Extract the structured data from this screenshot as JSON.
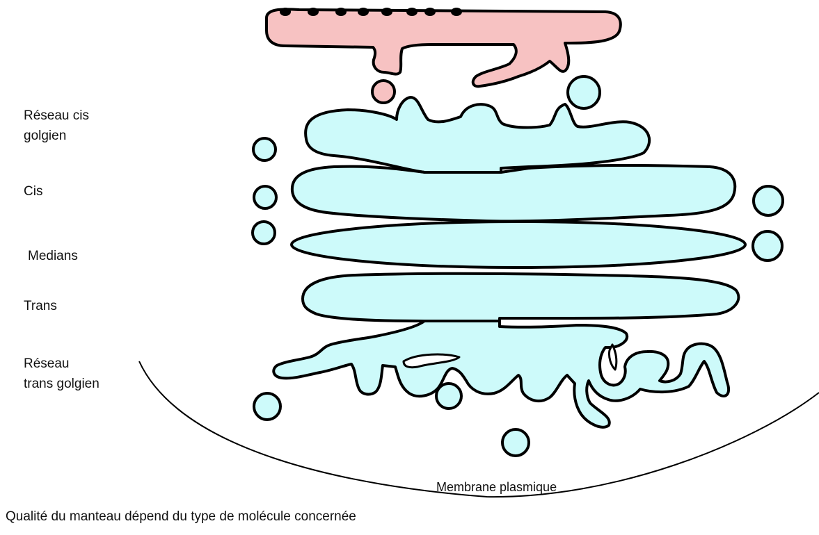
{
  "labels": {
    "cis_network_line1": "Réseau cis",
    "cis_network_line2": "golgien",
    "cis": "Cis",
    "medians": "Medians",
    "trans": "Trans",
    "trans_network_line1": "Réseau",
    "trans_network_line2": "trans golgien",
    "membrane": "Membrane plasmique"
  },
  "caption": "Qualité du manteau dépend du type de molécule concernée",
  "colors": {
    "er": "#f7c2c2",
    "golgi": "#cdfafa",
    "outline": "#000000",
    "membrane": "#000000"
  }
}
